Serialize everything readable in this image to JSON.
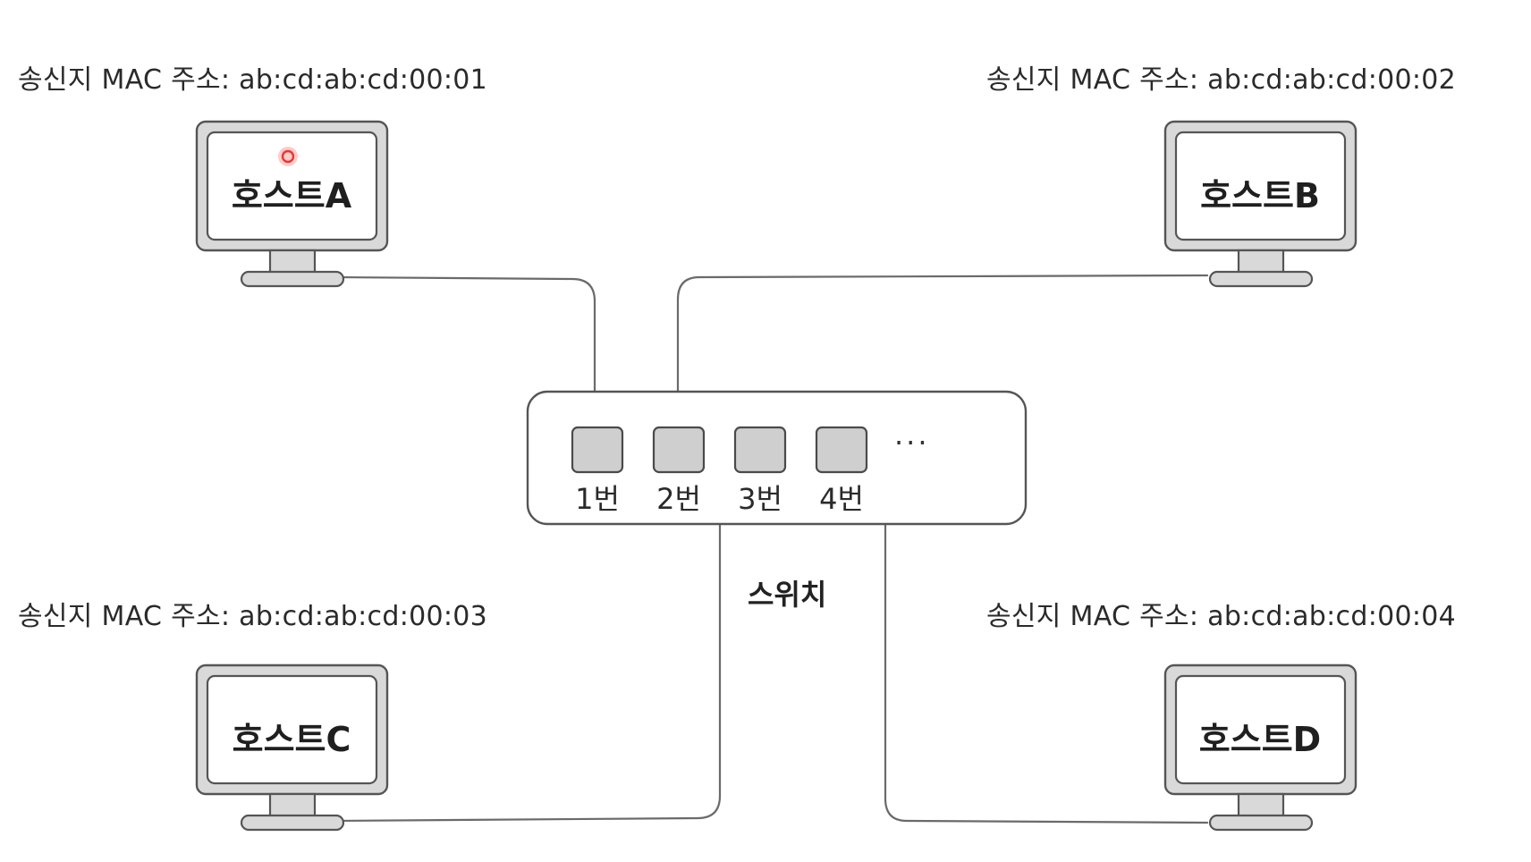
{
  "hosts": [
    {
      "id": "a",
      "name": "호스트A",
      "mac_label": "송신지 MAC 주소: ab:cd:ab:cd:00:01"
    },
    {
      "id": "b",
      "name": "호스트B",
      "mac_label": "송신지 MAC 주소: ab:cd:ab:cd:00:02"
    },
    {
      "id": "c",
      "name": "호스트C",
      "mac_label": "송신지 MAC 주소: ab:cd:ab:cd:00:03"
    },
    {
      "id": "d",
      "name": "호스트D",
      "mac_label": "송신지 MAC 주소: ab:cd:ab:cd:00:04"
    }
  ],
  "switch": {
    "label": "스위치",
    "ports": [
      "1번",
      "2번",
      "3번",
      "4번"
    ],
    "more": "···"
  },
  "colors": {
    "outline": "#555555",
    "screen_fill": "#ffffff",
    "monitor_fill": "#d9d9d9",
    "port_fill": "#cfcfcf",
    "cable": "#6a6a6a",
    "cursor_dot": "#e53935"
  }
}
